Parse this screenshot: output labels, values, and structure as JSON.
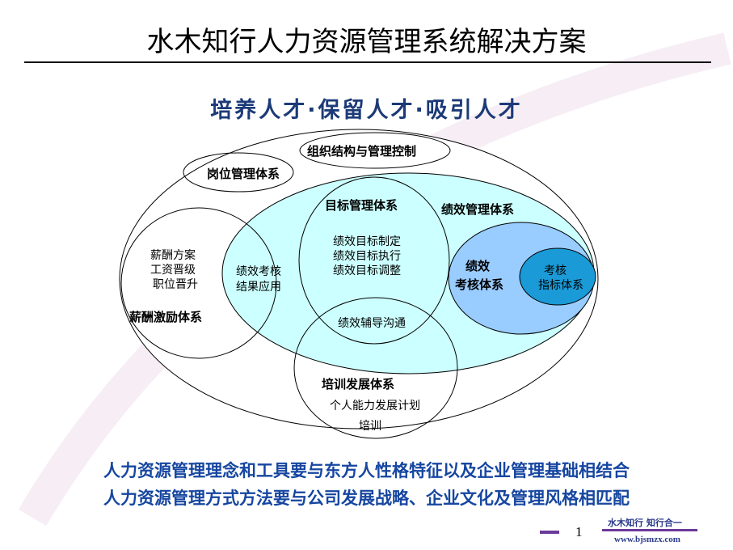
{
  "title": "水木知行人力资源管理系统解决方案",
  "subtitle": "培养人才·保留人才·吸引人才",
  "diagram": {
    "org": "组织结构与管理控制",
    "post": "岗位管理体系",
    "goal": "目标管理体系",
    "performance": "绩效管理体系",
    "goal_items": [
      "绩效目标制定",
      "绩效目标执行",
      "绩效目标调整"
    ],
    "comp_items": [
      "薪酬方案",
      "工资晋级",
      "职位晋升"
    ],
    "comp": "薪酬激励体系",
    "result_app": [
      "绩效考核",
      "结果应用"
    ],
    "assess": [
      "绩效",
      "考核体系"
    ],
    "index": [
      "考核",
      "指标体系"
    ],
    "coaching": "绩效辅导沟通",
    "training": "培训发展体系",
    "training_items": [
      "个人能力发展计划",
      "培训"
    ]
  },
  "bottom": [
    "人力资源管理理念和工具要与东方人性格特征以及企业管理基础相结合",
    "人力资源管理方式方法要与公司发展战略、企业文化及管理风格相匹配"
  ],
  "footer": {
    "page": "1",
    "brand": "水木知行 知行合一",
    "url": "www.bjsmzx.com"
  },
  "colors": {
    "cyan": "#ccffff",
    "assess": "#99ccff",
    "index": "#1a9ad6",
    "accent": "#6a3a9a"
  }
}
